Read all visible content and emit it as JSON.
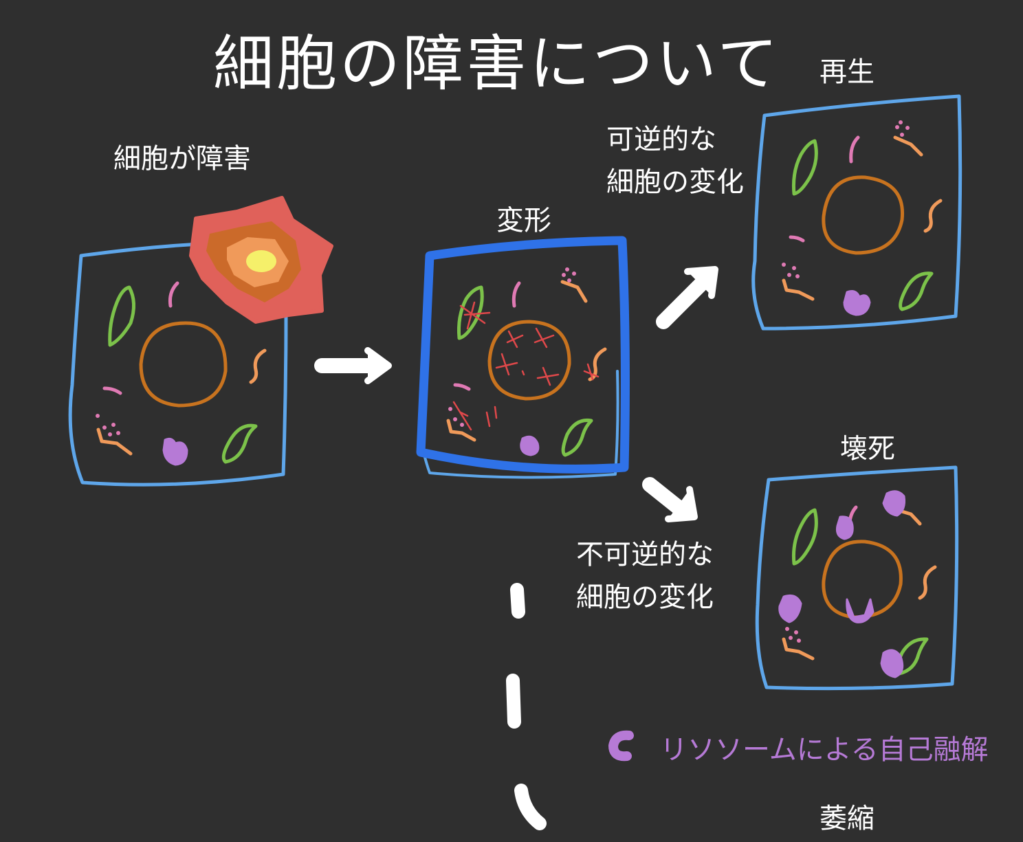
{
  "title": "細胞の障害について",
  "labels": {
    "damage": "細胞が障害",
    "deformation": "変形",
    "regeneration": "再生",
    "reversible_line1": "可逆的な",
    "reversible_line2": "細胞の変化",
    "necrosis": "壊死",
    "irreversible_line1": "不可逆的な",
    "irreversible_line2": "細胞の変化",
    "lysosome_legend": "リソソームによる自己融解",
    "atrophy": "萎縮"
  },
  "colors": {
    "background": "#2f2f2f",
    "cell_membrane": "#5ea6ea",
    "cell_membrane_bold": "#2f72e8",
    "nucleus": "#c8731f",
    "chloroplast_like": "#7cc24a",
    "organelle_pink": "#e07ab4",
    "organelle_orange": "#f09a5a",
    "lysosome": "#b67ad6",
    "damage_burst": "#e0615a",
    "damage_marks": "#e0484a",
    "arrow": "#ffffff"
  }
}
